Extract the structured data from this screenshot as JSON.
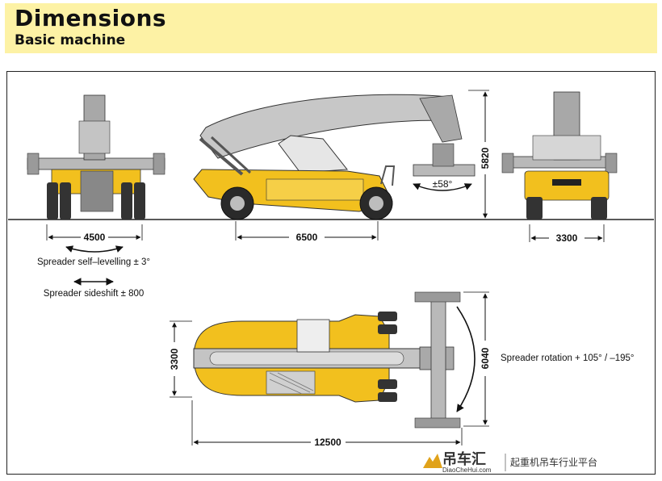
{
  "header": {
    "title": "Dimensions",
    "subtitle": "Basic machine"
  },
  "dimensions": {
    "front_width": "4500",
    "wheelbase": "6500",
    "height": "5820",
    "rear_width": "3300",
    "top_width": "3300",
    "top_length": "12500",
    "spreader_length": "6040",
    "tilt_angle": "±58°"
  },
  "notes": {
    "self_levelling": "Spreader self–levelling ± 3°",
    "sideshift": "Spreader sideshift ± 800",
    "rotation": "Spreader rotation + 105° / –195°"
  },
  "watermark": {
    "cn": "吊车汇",
    "url": "DiaoCheHui.com",
    "tag": "起重机吊车行业平台"
  },
  "colors": {
    "yellow": "#f2c01e",
    "grey": "#b9b9b9",
    "dark": "#3a3a3a"
  }
}
